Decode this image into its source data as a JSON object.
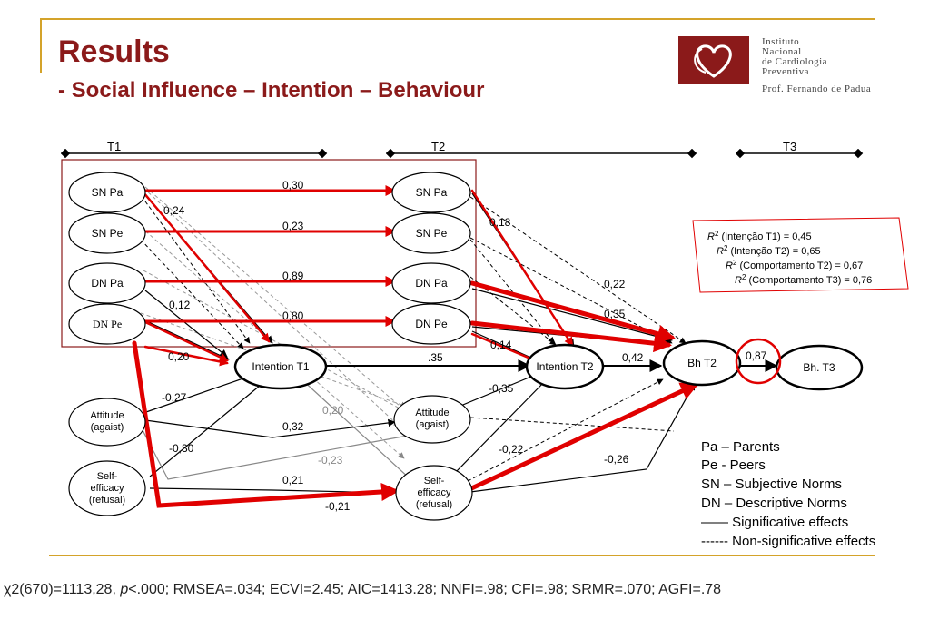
{
  "header": {
    "title": "Results",
    "subtitle": "- Social Influence – Intention – Behaviour"
  },
  "logo": {
    "lines": [
      "Instituto",
      "Nacional",
      "de Cardiologia",
      "Preventiva"
    ],
    "name": "Prof. Fernando de Padua",
    "colors": {
      "brand": "#8b1a1a"
    }
  },
  "timeline": [
    "T1",
    "T2",
    "T3"
  ],
  "nodes": {
    "sn_pa_t1": "SN Pa",
    "sn_pe_t1": "SN Pe",
    "dn_pa_t1": "DN Pa",
    "dn_pe_t1": "DN Pe",
    "attitude_t1": "Attitude\n(agaist)",
    "selfeff_t1": "Self-\nefficacy\n(refusal)",
    "intention_t1": "Intention T1",
    "sn_pa_t2": "SN Pa",
    "sn_pe_t2": "SN Pe",
    "dn_pa_t2": "DN Pa",
    "dn_pe_t2": "DN Pe",
    "attitude_t2": "Attitude\n(agaist)",
    "selfeff_t2": "Self-\nefficacy\n(refusal)",
    "intention_t2": "Intention T2",
    "bh_t2": "Bh T2",
    "bh_t3": "Bh.  T3"
  },
  "coefficients": {
    "c030": "0,30",
    "c024": "0,24",
    "c023": "0,23",
    "c018": "0,18",
    "c089": "0,89",
    "c012": "0,12",
    "c080": "0,80",
    "c020a": "0,20",
    "c035dot": ".35",
    "c014": "0,14",
    "c042": "0,42",
    "c022": "0,22",
    "c035": "0,35",
    "c087": "0,87",
    "cm027": "-0,27",
    "c020b": "0,20",
    "cm035": "-0,35",
    "c032": "0,32",
    "cm030": "-0,30",
    "cm023": "-0,23",
    "cm022": "-0,22",
    "cm026": "-0,26",
    "c021": "0,21",
    "cm021": "-0,21"
  },
  "r2_box": [
    {
      "sym": "R",
      "sup": "2",
      "text": " (Intenção T1)  = 0,45"
    },
    {
      "sym": "R",
      "sup": "2",
      "text": " (Intenção T2)  = 0,65"
    },
    {
      "sym": "R",
      "sup": "2",
      "text": " (Comportamento T2) = 0,67"
    },
    {
      "sym": "R",
      "sup": "2",
      "text": " (Comportamento T3) = 0,76"
    }
  ],
  "legend": [
    "Pa – Parents",
    "Pe - Peers",
    "SN – Subjective Norms",
    "DN – Descriptive Norms",
    "——  Significative effects",
    "------  Non-significative effects"
  ],
  "footer": {
    "pre": "χ2(670)=1113,28, ",
    "p": "p",
    "post": "<.000; RMSEA=.034; ECVI=2.45; AIC=1413.28; NNFI=.98; CFI=.98; SRMR=.070; AGFI=.78"
  }
}
